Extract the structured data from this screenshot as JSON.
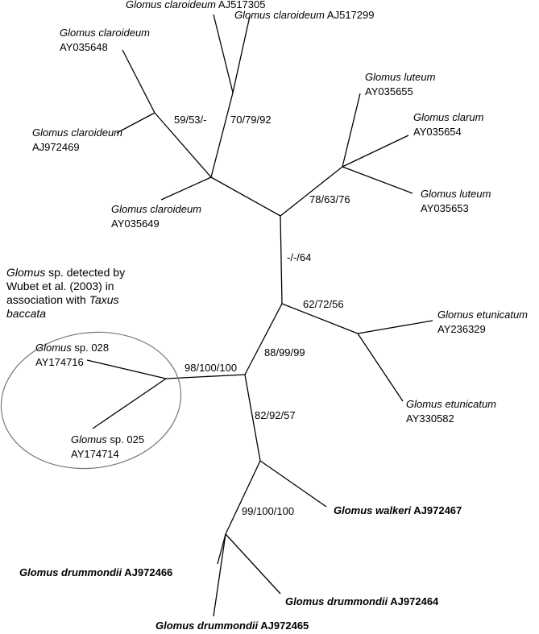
{
  "tree": {
    "taxa": [
      {
        "genus": "Glomus",
        "epithet": "claroideum",
        "accession": "AJ517305"
      },
      {
        "genus": "Glomus",
        "epithet": "claroideum",
        "accession": "AJ517299"
      },
      {
        "genus": "Glomus",
        "epithet": "claroideum",
        "accession": "AY035648"
      },
      {
        "genus": "Glomus",
        "epithet": "claroideum",
        "accession": "AJ972469"
      },
      {
        "genus": "Glomus",
        "epithet": "claroideum",
        "accession": "AY035649"
      },
      {
        "genus": "Glomus",
        "epithet": "luteum",
        "accession": "AY035655"
      },
      {
        "genus": "Glomus",
        "epithet": "clarum",
        "accession": "AY035654"
      },
      {
        "genus": "Glomus",
        "epithet": "luteum",
        "accession": "AY035653"
      },
      {
        "genus": "Glomus",
        "epithet": "etunicatum",
        "accession": "AY236329"
      },
      {
        "genus": "Glomus",
        "epithet": "etunicatum",
        "accession": "AY330582"
      },
      {
        "genus": "Glomus",
        "epithet": "sp. 028",
        "accession": "AY174716"
      },
      {
        "genus": "Glomus",
        "epithet": "sp. 025",
        "accession": "AY174714"
      },
      {
        "genus": "Glomus",
        "epithet": "walkeri",
        "accession": "AJ972467"
      },
      {
        "genus": "Glomus",
        "epithet": "drummondii",
        "accession": "AJ972466"
      },
      {
        "genus": "Glomus",
        "epithet": "drummondii",
        "accession": "AJ972464"
      },
      {
        "genus": "Glomus",
        "epithet": "drummondii",
        "accession": "AJ972465"
      }
    ],
    "supports": [
      "70/79/92",
      "59/53/-",
      "78/63/76",
      "-/-/64",
      "62/72/56",
      "88/99/99",
      "98/100/100",
      "82/92/57",
      "99/100/100"
    ],
    "annotation": {
      "line1_genus": "Glomus",
      "line1_rest": " sp. detected by",
      "line2": "Wubet et al. (2003) in",
      "line3_pre": "association with ",
      "line3_italic": "Taxus",
      "line4_italic": "baccata"
    }
  }
}
